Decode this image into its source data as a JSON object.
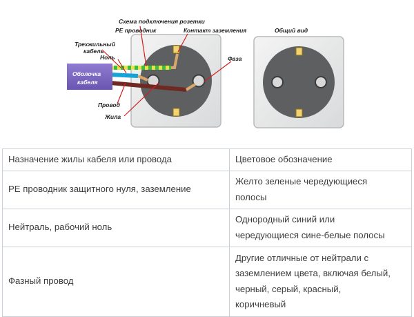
{
  "diagram": {
    "title_left": "Схема подключения розетки",
    "title_right": "Общий вид",
    "labels": {
      "pe": "PE проводник",
      "ground_contact": "Контакт заземления",
      "cable_1": "Трехжильный",
      "cable_2": "кабель",
      "neutral": "Ноль",
      "sheath_1": "Оболочка",
      "sheath_2": "кабеля",
      "phase": "Фаза",
      "wire": "Провод",
      "core": "Жила"
    }
  },
  "table": {
    "header": [
      "Назначение жилы кабеля или провода",
      "Цветовое обозначение"
    ],
    "rows": [
      {
        "purpose": "PE проводник защитного нуля, заземление",
        "color_lines": [
          "Желто зеленые чередующиеся",
          "полосы"
        ]
      },
      {
        "purpose": "Нейтраль, рабочий ноль",
        "color_lines": [
          "Однородный синий или",
          "чередующиеся сине-белые полосы"
        ]
      },
      {
        "purpose": "Фазный провод",
        "color_lines": [
          "Другие отличные от нейтрали с",
          "заземлением цвета, включая белый,",
          "черный, серый, красный,",
          "коричневый"
        ]
      }
    ]
  }
}
